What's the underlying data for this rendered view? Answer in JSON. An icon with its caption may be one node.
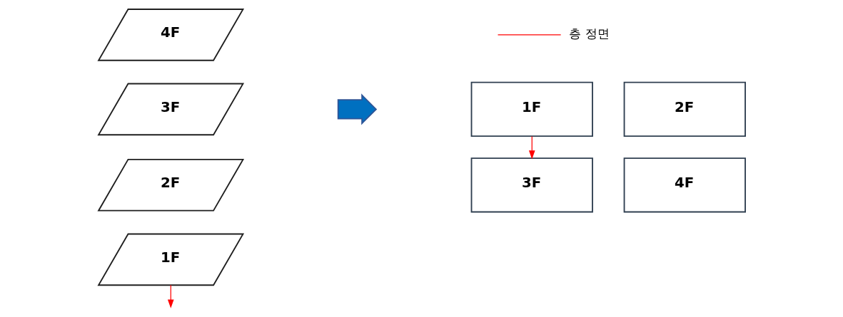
{
  "diagram": {
    "nodes": [
      {
        "text": [
          "4F"
        ]
      },
      {
        "text": [
          "3F"
        ]
      },
      {
        "text": [
          "2F"
        ]
      },
      {
        "text": [
          "1F"
        ]
      },
      {
        "text": [],
        "shape": "arrow"
      },
      {
        "text": [
          "1F"
        ]
      },
      {
        "text": [
          "2F"
        ]
      },
      {
        "text": [
          "3F"
        ]
      },
      {
        "text": [
          "4F"
        ]
      }
    ],
    "edges": [
      {
        "from": 3,
        "to": null,
        "arrow": "to",
        "color": "#ff0000"
      },
      {
        "from": 5,
        "to": 7,
        "arrow": "to",
        "color": "#ff0000"
      }
    ],
    "legend": [
      {
        "text": "층 정면"
      }
    ]
  }
}
